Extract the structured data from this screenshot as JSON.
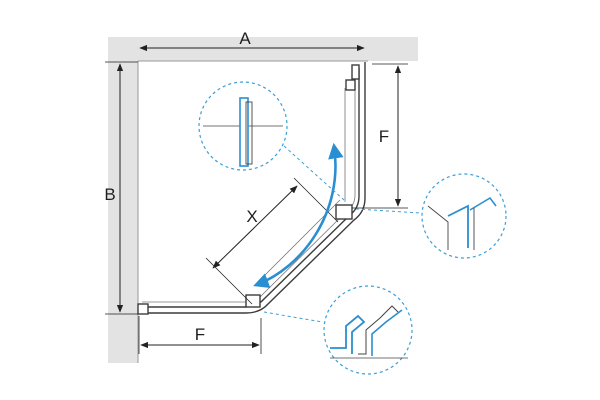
{
  "labels": {
    "width": "A",
    "depth": "B",
    "side_return_right": "F",
    "side_return_bottom": "F",
    "door_opening": "X"
  },
  "icons": {
    "swing_arrow": "curved-double-arrow-icon",
    "detail_wall_profile": "wall-profile-detail-icon",
    "detail_corner": "corner-joint-detail-icon",
    "detail_door_seal": "door-seal-detail-icon"
  },
  "colors": {
    "wall": "#e3e3e3",
    "outline": "#3c3c3c",
    "dimension": "#222222",
    "glass_blue": "#2a8fd0",
    "leader": "#3a9fd8"
  }
}
